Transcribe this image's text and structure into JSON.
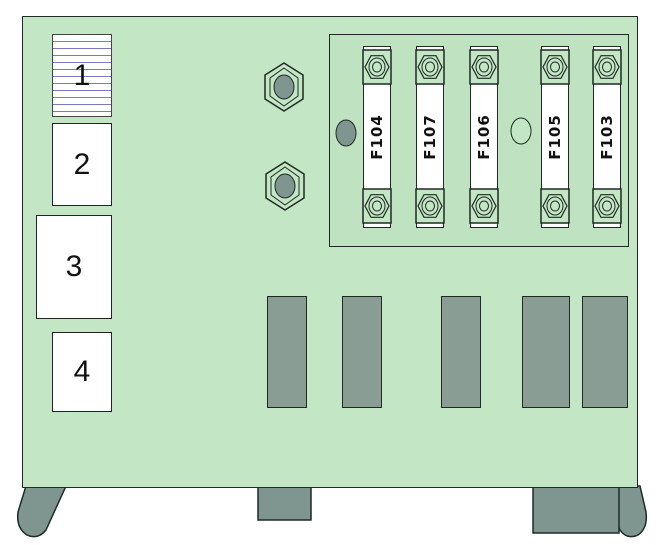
{
  "boxes": [
    {
      "label": "1"
    },
    {
      "label": "2"
    },
    {
      "label": "3"
    },
    {
      "label": "4"
    }
  ],
  "fuses": [
    {
      "label": "F104"
    },
    {
      "label": "F107"
    },
    {
      "label": "F106"
    },
    {
      "label": "F105"
    },
    {
      "label": "F103"
    }
  ],
  "colors": {
    "board": "#c3e6c4",
    "fuse_panel": "#bfe3c0",
    "relay": "#8a9d94",
    "foot": "#7f9690",
    "outline": "#1f2a25"
  }
}
